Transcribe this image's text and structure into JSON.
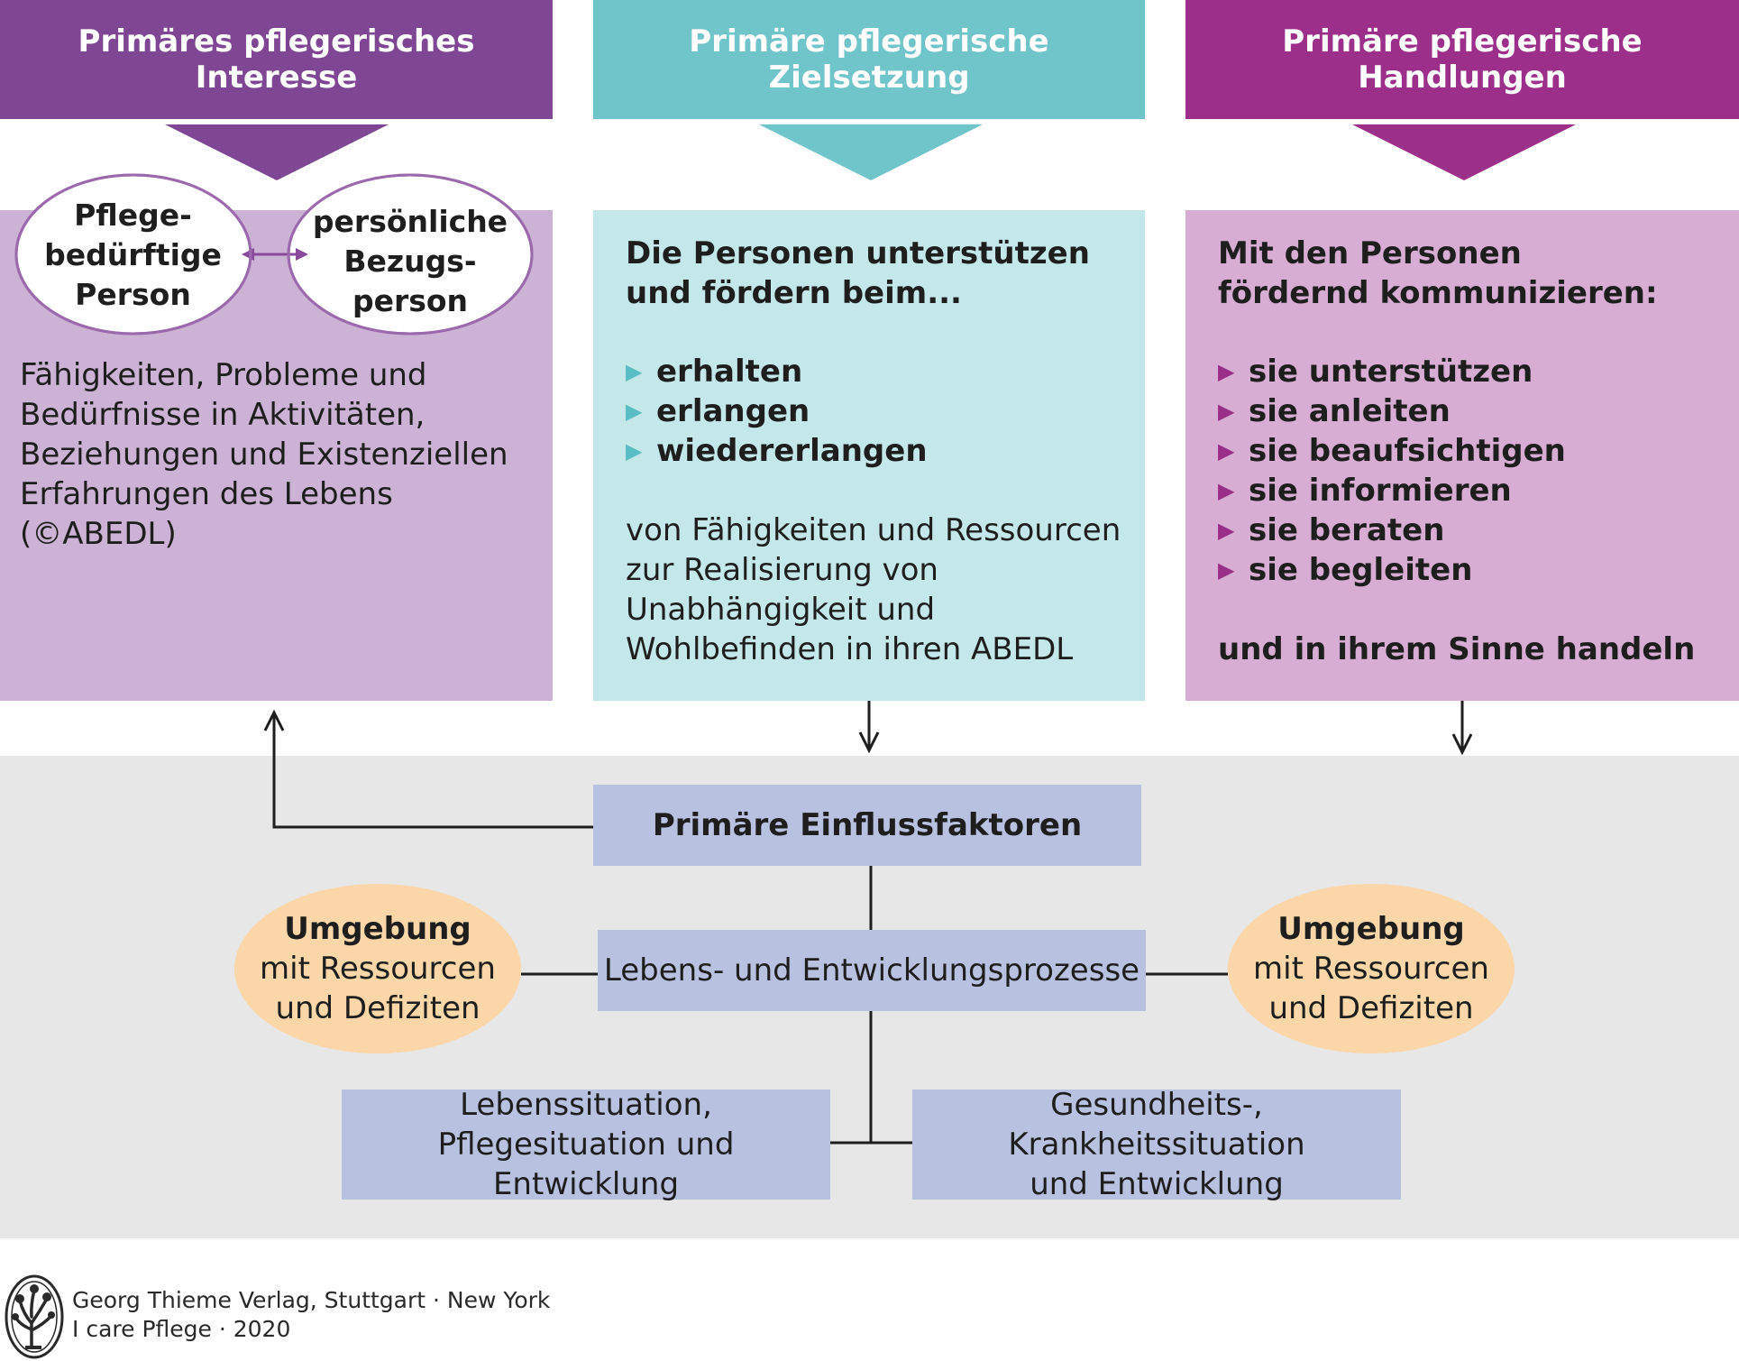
{
  "columns": {
    "interest": {
      "header": "Primäres pflegerisches Interesse",
      "person_left": "Pflege-\nbedürftige\nPerson",
      "person_right": "persönliche\nBezugs-\nperson",
      "body": "Fähigkeiten, Probleme und Bedürfnisse in Aktivitäten, Beziehungen und Existenziellen Erfahrungen des Lebens (©ABEDL)",
      "colors": {
        "header": "#7f4793",
        "body": "#ccb2d4"
      }
    },
    "goal": {
      "header": "Primäre pflegerische Zielsetzung",
      "intro": "Die Personen unterstützen und fördern beim...",
      "items": [
        "erhalten",
        "erlangen",
        "wiedererlangen"
      ],
      "outro": "von Fähigkeiten und Ressourcen zur Realisierung von Unabhängigkeit und Wohlbefinden in ihren ABEDL",
      "colors": {
        "header": "#6fc5ca",
        "body": "#c4e8ea"
      }
    },
    "actions": {
      "header": "Primäre pflegerische Handlungen",
      "intro": "Mit den Personen fördernd kommunizieren:",
      "items": [
        "sie unterstützen",
        "sie anleiten",
        "sie beaufsichtigen",
        "sie informieren",
        "sie beraten",
        "sie begleiten"
      ],
      "outro": "und in ihrem Sinne handeln",
      "colors": {
        "header": "#9b2f8a",
        "body": "#d8add3"
      }
    }
  },
  "factors": {
    "title": "Primäre Einflussfaktoren",
    "process": "Lebens- und Entwicklungsprozesse",
    "environment_left": {
      "title": "Umgebung",
      "text": "mit Ressourcen\nund Defiziten"
    },
    "environment_right": {
      "title": "Umgebung",
      "text": "mit Ressourcen\nund Defiziten"
    },
    "situation_left": "Lebenssituation,\nPflegesituation und Entwicklung",
    "situation_right": "Gesundheits-, Krankheitssituation\nund Entwicklung"
  },
  "footer": {
    "line1": "Georg Thieme Verlag, Stuttgart · New York",
    "line2": "I care Pflege · 2020"
  },
  "icons": {
    "bullet": "triangle-right-icon",
    "logo": "thieme-tree-logo"
  }
}
